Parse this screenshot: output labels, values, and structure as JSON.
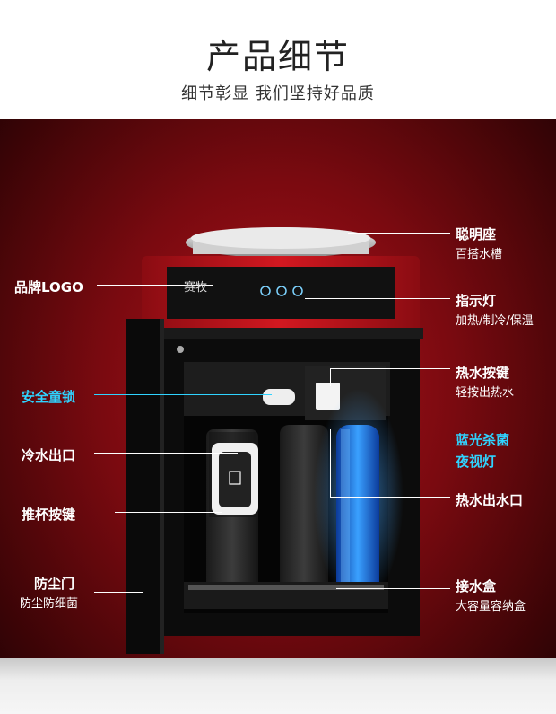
{
  "header": {
    "title": "产品细节",
    "subtitle": "细节彰显 我们坚持好品质"
  },
  "machine": {
    "brand": "赛牧"
  },
  "callouts": {
    "smart_base": {
      "title": "聪明座",
      "desc": "百搭水槽"
    },
    "logo": {
      "title": "品牌LOGO"
    },
    "indicator": {
      "title": "指示灯",
      "desc": "加热/制冷/保温"
    },
    "hot_button": {
      "title": "热水按键",
      "desc": "轻按出热水"
    },
    "child_lock": {
      "title": "安全童锁"
    },
    "cold_outlet": {
      "title": "冷水出口"
    },
    "blue_light": {
      "title": "蓝光杀菌",
      "title2": "夜视灯"
    },
    "push_button": {
      "title": "推杯按键"
    },
    "hot_outlet": {
      "title": "热水出水口"
    },
    "dust_door": {
      "title": "防尘门",
      "desc": "防尘防细菌"
    },
    "drip_tray": {
      "title": "接水盒",
      "desc": "大容量容纳盒"
    }
  },
  "colors": {
    "background_red": "#7a0a10",
    "accent_cyan": "#2fd3ff",
    "body_red": "#c8141c"
  }
}
